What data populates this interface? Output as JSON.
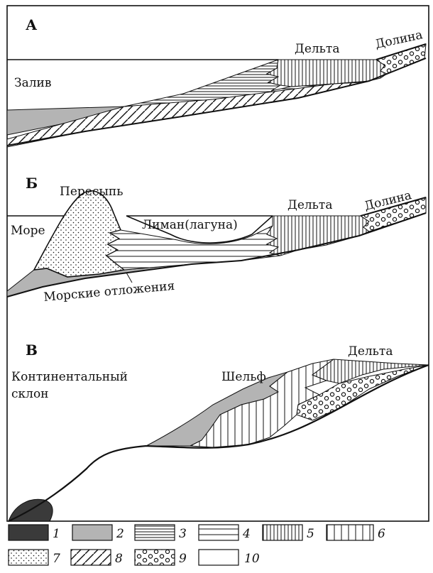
{
  "panels": [
    {
      "letter": "А",
      "labels": {
        "bay": "Залив",
        "delta": "Дельта",
        "valley": "Долина"
      }
    },
    {
      "letter": "Б",
      "labels": {
        "sea": "Море",
        "spit": "Пересыпь",
        "liman": "Лиман(лагуна)",
        "delta": "Дельта",
        "valley": "Долина",
        "marine": "Морские отложения"
      }
    },
    {
      "letter": "В",
      "labels": {
        "slope_line1": "Континентальный",
        "slope_line2": "склон",
        "shelf": "Шельф",
        "delta": "Дельта"
      }
    }
  ],
  "legend": [
    {
      "num": "1",
      "pattern": "solid-dark"
    },
    {
      "num": "2",
      "pattern": "solid-gray"
    },
    {
      "num": "3",
      "pattern": "dense-horizontal"
    },
    {
      "num": "4",
      "pattern": "sparse-horizontal"
    },
    {
      "num": "5",
      "pattern": "dense-vertical"
    },
    {
      "num": "6",
      "pattern": "sparse-vertical"
    },
    {
      "num": "7",
      "pattern": "dots"
    },
    {
      "num": "8",
      "pattern": "diagonal"
    },
    {
      "num": "9",
      "pattern": "circles"
    },
    {
      "num": "10",
      "pattern": "blank"
    }
  ],
  "colors": {
    "dark": "#3a3a3a",
    "gray": "#b4b4b4",
    "line": "#111111"
  }
}
